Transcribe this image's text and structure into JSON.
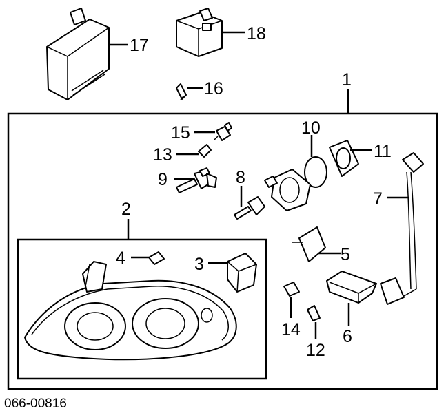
{
  "diagram": {
    "catalog_code": "066-00816",
    "callouts": {
      "c1": "1",
      "c2": "2",
      "c3": "3",
      "c4": "4",
      "c5": "5",
      "c6": "6",
      "c7": "7",
      "c8": "8",
      "c9": "9",
      "c10": "10",
      "c11": "11",
      "c12": "12",
      "c13": "13",
      "c14": "14",
      "c15": "15",
      "c16": "16",
      "c17": "17",
      "c18": "18"
    }
  }
}
